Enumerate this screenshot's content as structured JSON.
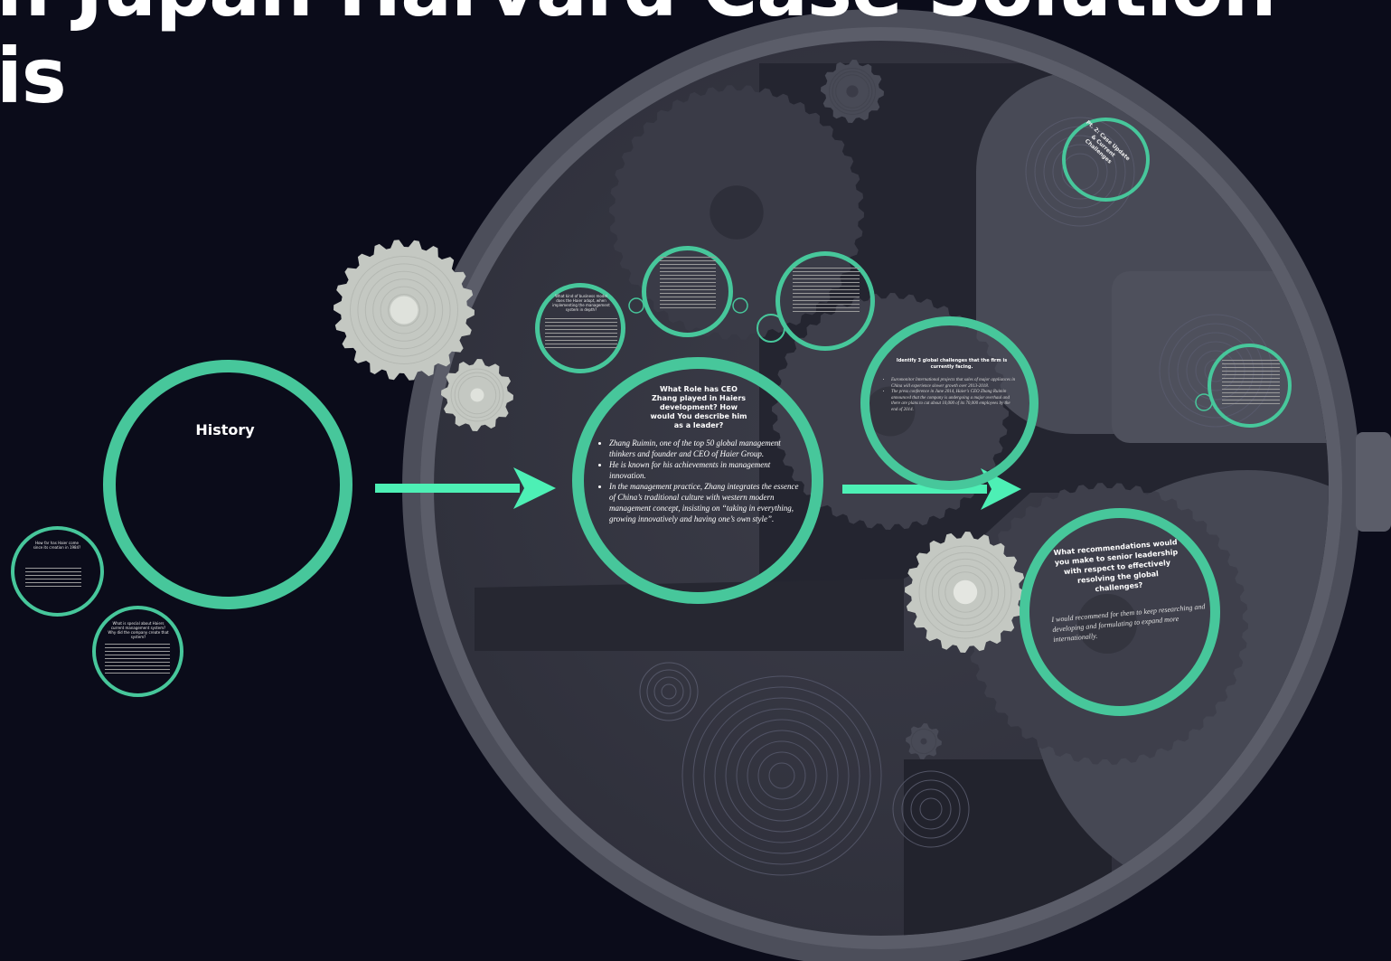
{
  "title": {
    "line1": "n Jupan Harvard Case Solution",
    "line2": "is"
  },
  "history": {
    "label": "History"
  },
  "frames": {
    "ceo": {
      "question": "What Role has CEO Zhang played in Haiers development? How would You describe him as a leader?",
      "bullets": [
        "Zhang Ruimin, one of the top 50 global management thinkers and founder and CEO of Haier Group.",
        "He is known for his achievements in management innovation.",
        "In the management practice, Zhang integrates the essence of China’s traditional culture with western modern management concept, insisting on “taking in everything, growing innovatively and having one’s own style”."
      ]
    },
    "challenges": {
      "question": "Identify 3 global challenges that the firm is currently facing.",
      "bullets": [
        "Euromonitor International projects that sales of major appliances in China will experience slower growth over 2013-2018.",
        "The press conference in June 2014, Haier's CEO Zhang Ruimin announced that the company is undergoing a major overhaul and there are plans to cut about 10,000 of its 70,000 employees by the end of 2014."
      ]
    },
    "recommend": {
      "question": "What recommendations would you make to senior leadership with respect to effectively resolving the global challenges?",
      "body": "I would recommend for them to keep researching and developing and formulating to expand more internationally."
    },
    "case_update": {
      "label": "Pt. 2: Case Update & Current Challenges"
    },
    "how_far": {
      "question": "How far has Haier come since its creation in 1984?"
    },
    "special": {
      "question": "What is special about Haiers current management system? Why did the company create that system?"
    },
    "kind_leader": {
      "question": "What kind of business model does the Haier adopt, when implementing the management system in depth?"
    }
  },
  "colors": {
    "background": "#0b0c1a",
    "lens": "#3a3b47",
    "lens_rim": "#585a66",
    "accent": "#47c79b",
    "arrow": "#4df0b5",
    "gear_light": "#c4c8c2",
    "text": "#ffffff"
  }
}
